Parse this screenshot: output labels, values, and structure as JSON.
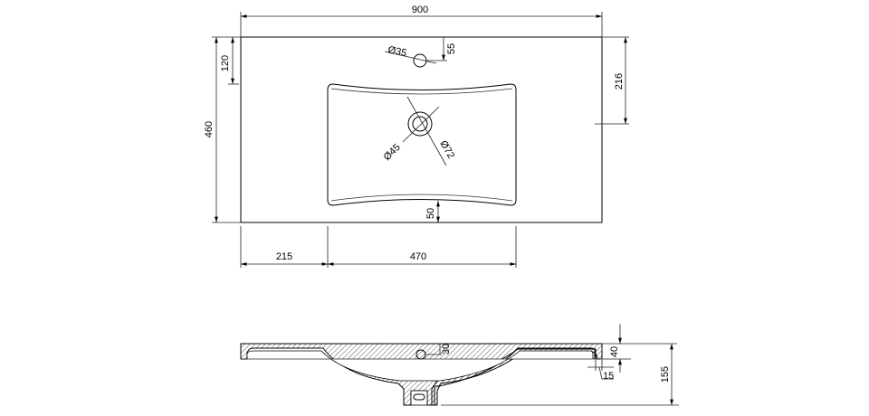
{
  "top_view": {
    "width": "900",
    "depth": "460",
    "tap_offset": "120",
    "drain_offset": "216",
    "tap_hole_dia": "Ø35",
    "tap_hole_edge": "55",
    "drain_inner_dia": "Ø45",
    "drain_outer_dia": "Ø72",
    "front_rim": "50",
    "left_rim": "215",
    "basin_width": "470"
  },
  "side_view": {
    "overflow_height": "30",
    "top_thickness": "40",
    "edge_thickness": "15",
    "total_height": "155"
  }
}
